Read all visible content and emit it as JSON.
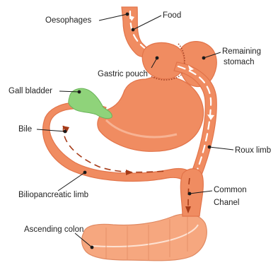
{
  "labels": {
    "oesophages": "Oesophages",
    "food": "Food",
    "gastric_pouch": "Gastric pouch",
    "remaining_stomach_1": "Remaining",
    "remaining_stomach_2": "stomach",
    "gall_bladder": "Gall bladder",
    "bile": "Bile",
    "roux_limb": "Roux limb",
    "biliopancreatic_limb": "Biliopancreatic limb",
    "common_chanel_1": "Common",
    "common_chanel_2": "Chanel",
    "ascending_colon": "Ascending colon"
  },
  "colors": {
    "organ": "#f08c61",
    "organ_outline": "#e2744a",
    "gall_bladder": "#8fd37a",
    "colon": "#f6a77f",
    "flow_arrow": "#a63b18"
  }
}
